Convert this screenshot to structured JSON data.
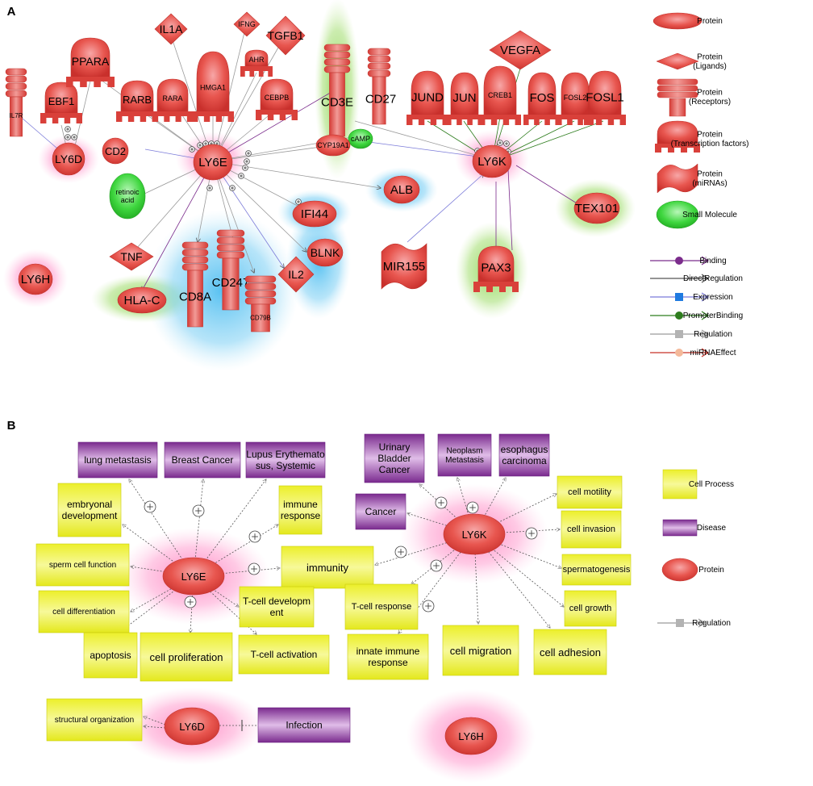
{
  "panel_a": {
    "label": "A",
    "legend": [
      {
        "shape": "protein",
        "text": "Protein"
      },
      {
        "shape": "ligand",
        "text": "Protein\n(Ligands)"
      },
      {
        "shape": "receptor",
        "text": "Protein\n(Receptors)"
      },
      {
        "shape": "tf",
        "text": "Protein\n(Transcription factors)"
      },
      {
        "shape": "mirna",
        "text": "Protein\n(miRNAs)"
      },
      {
        "shape": "small",
        "text": "Small Molecule"
      }
    ],
    "edge_legend": [
      {
        "text": "Binding",
        "color": "#7b2c8c",
        "marker": "circle"
      },
      {
        "text": "DirectRegulation",
        "color": "#555555",
        "marker": "none"
      },
      {
        "text": "Expression",
        "color": "#7b7bd9",
        "marker": "square-blue"
      },
      {
        "text": "PromoterBinding",
        "color": "#2e7d1e",
        "marker": "circle"
      },
      {
        "text": "Regulation",
        "color": "#9a9a9a",
        "marker": "square-gray"
      },
      {
        "text": "miRNAEffect",
        "color": "#c83228",
        "marker": "circle-peach"
      }
    ],
    "nodes": {
      "IL7R": "IL7R",
      "EBF1": "EBF1",
      "PPARA": "PPARA",
      "RARB": "RARB",
      "RARA": "RARA",
      "HMGA1": "HMGA1",
      "IL1A": "IL1A",
      "IFNG": "IFNG",
      "AHR": "AHR",
      "TGFB1": "TGFB1",
      "CEBPB": "CEBPB",
      "CD3E": "CD3E",
      "CD27": "CD27",
      "CD2": "CD2",
      "LY6D": "LY6D",
      "LY6E": "LY6E",
      "cAMP": "cAMP",
      "CYP19A1": "CYP19A1",
      "ALB": "ALB",
      "IFI44": "IFI44",
      "retinoic": "retinoic\nacid",
      "TNF": "TNF",
      "BLNK": "BLNK",
      "IL2": "IL2",
      "CD8A": "CD8A",
      "CD247": "CD247",
      "CD79B": "CD79B",
      "HLAC": "HLA-C",
      "LY6H": "LY6H",
      "JUND": "JUND",
      "JUN": "JUN",
      "CREB1": "CREB1",
      "VEGFA": "VEGFA",
      "FOS": "FOS",
      "FOSL2": "FOSL2",
      "FOSL1": "FOSL1",
      "LY6K": "LY6K",
      "TEX101": "TEX101",
      "MIR155": "MIR155",
      "PAX3": "PAX3"
    }
  },
  "panel_b": {
    "label": "B",
    "legend": [
      {
        "shape": "process",
        "text": "Cell Process"
      },
      {
        "shape": "disease",
        "text": "Disease"
      },
      {
        "shape": "protein",
        "text": "Protein"
      },
      {
        "shape": "regulation",
        "text": "Regulation"
      }
    ],
    "proteins": {
      "LY6E": "LY6E",
      "LY6K": "LY6K",
      "LY6D": "LY6D",
      "LY6H": "LY6H"
    },
    "diseases": {
      "lung": "lung metastasis",
      "breast": "Breast Cancer",
      "lupus": "Lupus Erythemato\nsus, Systemic",
      "urinary": "Urinary\nBladder\nCancer",
      "neoplasm": "Neoplasm\nMetastasis",
      "esoph": "esophagus\ncarcinoma",
      "cancer": "Cancer",
      "infection": "Infection"
    },
    "processes": {
      "embryonal": "embryonal\ndevelopment",
      "immune_resp": "immune\nresponse",
      "sperm": "sperm cell function",
      "immunity": "immunity",
      "diff": "cell differentiation",
      "tdev": "T-cell developm\nent",
      "apoptosis": "apoptosis",
      "prolif": "cell proliferation",
      "tact": "T-cell activation",
      "tresp": "T-cell response",
      "innate": "innate immune\nresponse",
      "migration": "cell migration",
      "adhesion": "cell adhesion",
      "motility": "cell motility",
      "invasion": "cell invasion",
      "spermato": "spermatogenesis",
      "growth": "cell growth",
      "structural": "structural organization"
    }
  }
}
